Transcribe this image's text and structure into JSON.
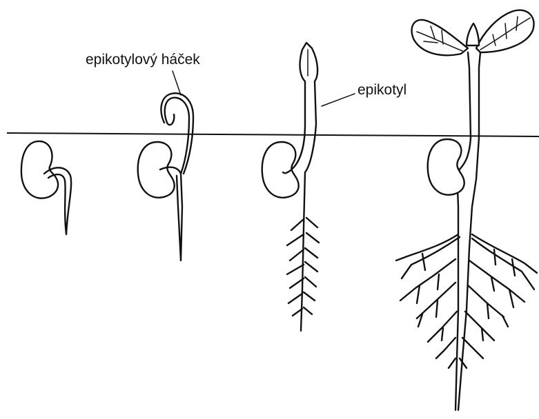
{
  "labels": {
    "hook": "epikotylový háček",
    "epicotyl": "epikotyl"
  },
  "stages": [
    {
      "name": "seed-with-radicle"
    },
    {
      "name": "epicotyl-hook-emerging"
    },
    {
      "name": "epicotyl-elongated"
    },
    {
      "name": "seedling-with-leaves"
    }
  ],
  "colors": {
    "ink": "#111111",
    "background": "#ffffff"
  }
}
